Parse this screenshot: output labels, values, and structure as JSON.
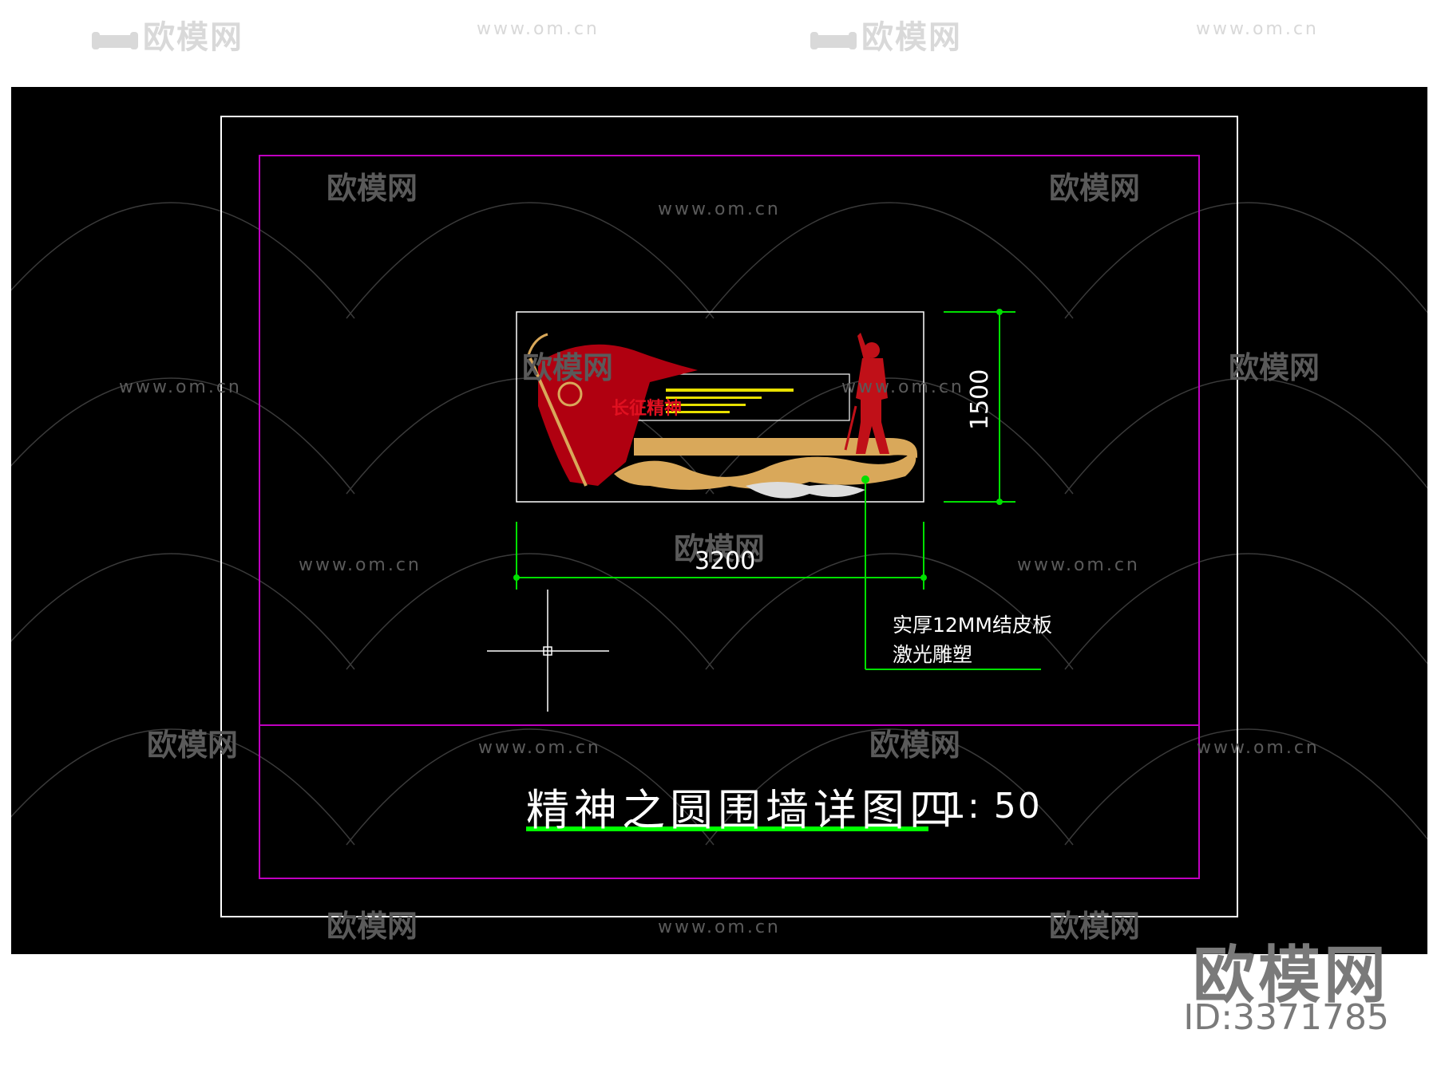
{
  "watermark": {
    "logo_text": "欧模网",
    "url_text": "www.om.cn"
  },
  "drawing": {
    "dimension_width": "3200",
    "dimension_height": "1500",
    "note_line1": "实厚12MM结皮板",
    "note_line2": "激光雕塑",
    "title": "精神之圆围墙详图四",
    "scale": "1: 50",
    "sign_text": "长征精神"
  },
  "brand": {
    "name": "欧模网",
    "id": "ID:3371785"
  },
  "colors": {
    "background": "#000000",
    "frame": "#ffffff",
    "border_magenta": "#c000c0",
    "dimension_green": "#00e000",
    "title_underline": "#00ff00",
    "flag_red": "#b00010",
    "gold": "#d9a85a",
    "yellow": "#e8e000"
  }
}
